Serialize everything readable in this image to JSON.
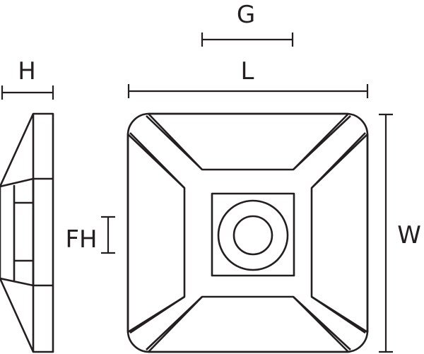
{
  "labels": {
    "g": "G",
    "h": "H",
    "l": "L",
    "fh": "FH",
    "w": "W"
  },
  "colors": {
    "line": "#231f20",
    "background": "#ffffff"
  }
}
